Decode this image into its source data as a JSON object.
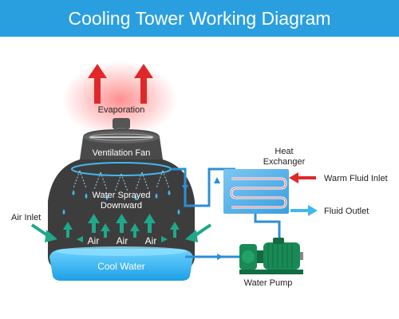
{
  "title": "Cooling Tower Working Diagram",
  "labels": {
    "evaporation": "Evaporation",
    "ventilation_fan": "Ventilation Fan",
    "water_sprayed_line1": "Water Sprayed",
    "water_sprayed_line2": "Downward",
    "air_inlet": "Air Inlet",
    "air": "Air",
    "cool_water": "Cool Water",
    "heat_exchanger_line1": "Heat",
    "heat_exchanger_line2": "Exchanger",
    "warm_fluid_inlet": "Warm Fluid Inlet",
    "fluid_outlet": "Fluid Outlet",
    "water_pump": "Water Pump"
  },
  "colors": {
    "banner": "#2a9fe0",
    "tower": "#3d3d3d",
    "water": "#3fb8f0",
    "pipe": "#2d8fd5",
    "air_arrow": "#1fa88a",
    "warm_arrow": "#e02828",
    "pump": "#1a8a55"
  }
}
